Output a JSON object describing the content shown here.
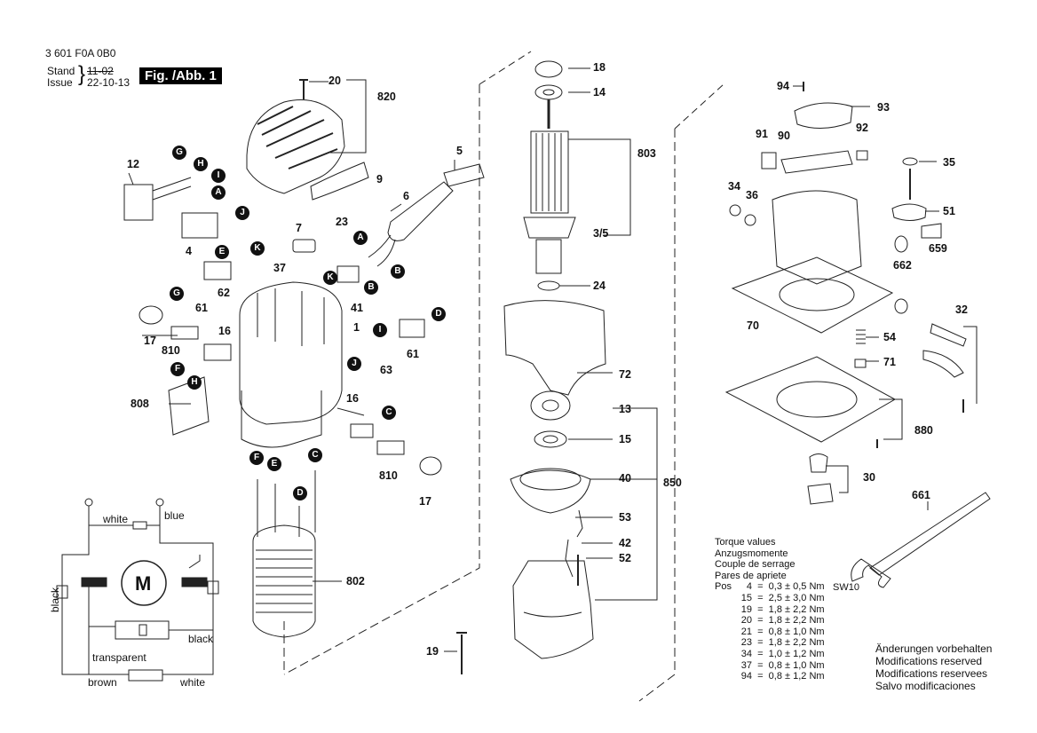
{
  "header": {
    "part_number": "3 601 F0A 0B0",
    "stand_label": "Stand",
    "issue_label": "Issue",
    "old_date": "11-02",
    "issue_date": "22-10-13",
    "figure_label": "Fig. /Abb. 1"
  },
  "part_numbers": {
    "p18": "18",
    "p14": "14",
    "p803": "803",
    "p3_5": "3/5",
    "p24": "24",
    "p72": "72",
    "p13": "13",
    "p15": "15",
    "p40": "40",
    "p850": "850",
    "p53": "53",
    "p42": "42",
    "p52": "52",
    "p19": "19",
    "p20": "20",
    "p820": "820",
    "p5": "5",
    "p6": "6",
    "p9": "9",
    "p12": "12",
    "p4": "4",
    "p7": "7",
    "p23": "23",
    "p37": "37",
    "p62": "62",
    "p61a": "61",
    "p41": "41",
    "p1": "1",
    "p17a": "17",
    "p810a": "810",
    "p16a": "16",
    "p63": "63",
    "p61b": "61",
    "p808": "808",
    "p16b": "16",
    "p810b": "810",
    "p17b": "17",
    "p802": "802",
    "p94": "94",
    "p93": "93",
    "p91": "91",
    "p90": "90",
    "p92": "92",
    "p35": "35",
    "p34": "34",
    "p36": "36",
    "p51": "51",
    "p659": "659",
    "p662": "662",
    "p70": "70",
    "p32": "32",
    "p54": "54",
    "p71": "71",
    "p880": "880",
    "p30": "30",
    "p661": "661",
    "sw10": "SW10"
  },
  "badges": {
    "G1": "G",
    "H1": "H",
    "I1": "I",
    "A1": "A",
    "J1": "J",
    "E1": "E",
    "K1": "K",
    "G2": "G",
    "A2": "A",
    "B1": "B",
    "K2": "K",
    "B2": "B",
    "I2": "I",
    "D1": "D",
    "J2": "J",
    "F1": "F",
    "H2": "H",
    "C1": "C",
    "F2": "F",
    "E2": "E",
    "C2": "C",
    "D2": "D"
  },
  "wiring": {
    "white_top": "white",
    "blue": "blue",
    "black_left": "black",
    "black_mid": "black",
    "transparent": "transparent",
    "brown": "brown",
    "white_bottom": "white",
    "motor_symbol": "M"
  },
  "torque": {
    "title_lines": [
      "Torque values",
      "Anzugsmomente",
      "Couple de serrage",
      "Pares de apriete"
    ],
    "pos_label": "Pos",
    "rows": [
      {
        "pos": "4",
        "value": "0,3 ± 0,5 Nm"
      },
      {
        "pos": "15",
        "value": "2,5 ± 3,0 Nm"
      },
      {
        "pos": "19",
        "value": "1,8 ± 2,2 Nm"
      },
      {
        "pos": "20",
        "value": "1,8 ± 2,2 Nm"
      },
      {
        "pos": "21",
        "value": "0,8 ± 1,0 Nm"
      },
      {
        "pos": "23",
        "value": "1,8 ± 2,2 Nm"
      },
      {
        "pos": "34",
        "value": "1,0 ± 1,2 Nm"
      },
      {
        "pos": "37",
        "value": "0,8 ± 1,0 Nm"
      },
      {
        "pos": "94",
        "value": "0,8 ± 1,2 Nm"
      }
    ]
  },
  "notes": [
    "Änderungen vorbehalten",
    "Modifications reserved",
    "Modifications reservees",
    "Salvo modificaciones"
  ]
}
